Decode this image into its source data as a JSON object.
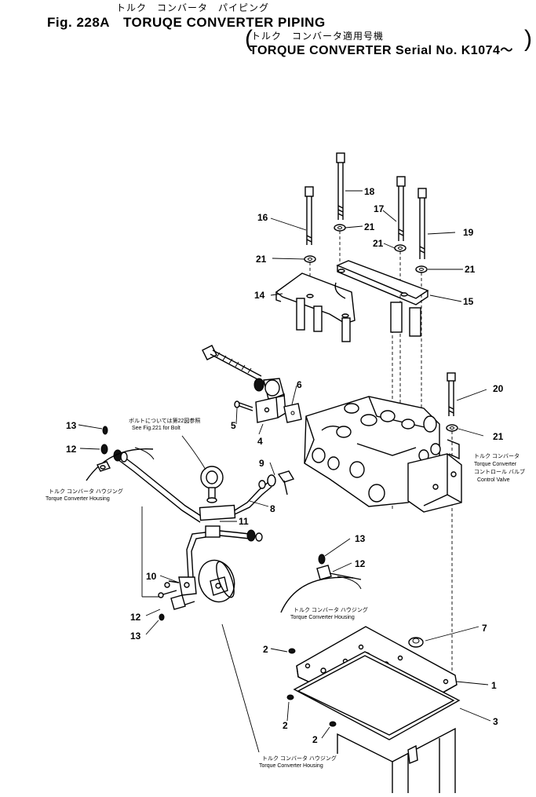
{
  "header": {
    "title_jp": "トルク　コンバータ　パイピング",
    "title_en": "Fig. 228A　TORUQE CONVERTER PIPING",
    "serial_jp": "トルク　コンバータ適用号機",
    "serial_en": "TORQUE CONVERTER Serial No. K1074～"
  },
  "callouts": {
    "n1": "1",
    "n2a": "2",
    "n2b": "2",
    "n2c": "2",
    "n3": "3",
    "n4": "4",
    "n5": "5",
    "n6": "6",
    "n7": "7",
    "n8": "8",
    "n9": "9",
    "n10": "10",
    "n11": "11",
    "n12a": "12",
    "n12b": "12",
    "n12c": "12",
    "n13a": "13",
    "n13b": "13",
    "n13c": "13",
    "n14": "14",
    "n15": "15",
    "n16": "16",
    "n17": "17",
    "n18": "18",
    "n19": "19",
    "n20": "20",
    "n21a": "21",
    "n21b": "21",
    "n21c": "21",
    "n21d": "21",
    "n21e": "21"
  },
  "labels": {
    "bolt_note_jp": "ボルトについては第22図参照",
    "bolt_note_en": "See Fig.221 for Bolt",
    "housing_left_jp": "トルク コンバータ ハウジング",
    "housing_left_en": "Torque Converter Housing",
    "housing_mid_jp": "トルク コンバータ ハウジング",
    "housing_mid_en": "Torque Converter Housing",
    "housing_bottom_jp": "トルク コンバータ ハウジング",
    "housing_bottom_en": "Torque Converter Housing",
    "valve_jp1": "トルク コンバータ",
    "valve_en1": "Torque Converter",
    "valve_jp2": "コントロール バルブ",
    "valve_en2": "Control Valve"
  }
}
